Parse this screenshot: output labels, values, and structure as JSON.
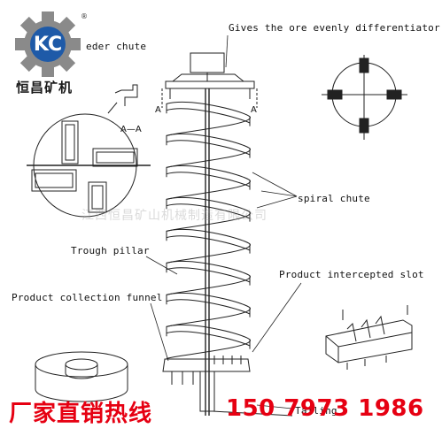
{
  "logo": {
    "letters": "KC",
    "company_cn": "恒昌矿机",
    "registered_mark": "®",
    "brand_color": "#1e5aa8",
    "gear_color": "#8a8a8a"
  },
  "labels": {
    "feeder_chute": "eder chute",
    "differentiator": "Gives the ore evenly differentiator",
    "spiral_chute": "spiral chute",
    "trough_pillar": "Trough pillar",
    "product_intercepted_slot": "Product intercepted slot",
    "product_collection_funnel": "Product collection funnel",
    "tailings": "Tailing",
    "section_aa": "A—A",
    "section_a_left": "A",
    "section_a_right": "A"
  },
  "watermark": "江西恒昌矿山机械制造有限公司",
  "footer": {
    "hotline_cn": "厂家直销热线",
    "phone": "150 7973 1986",
    "color": "#e60012"
  }
}
